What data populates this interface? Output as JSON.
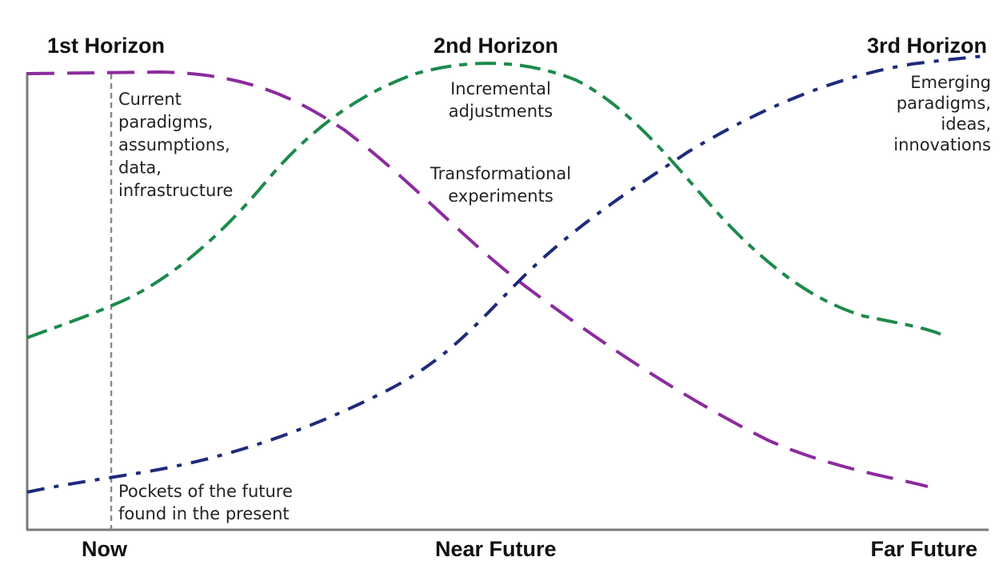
{
  "horizon_titles": {
    "first": "1st Horizon",
    "second": "2nd Horizon",
    "third": "3rd Horizon"
  },
  "time_labels": {
    "now": "Now",
    "near": "Near Future",
    "far": "Far Future"
  },
  "notes": {
    "current": [
      "Current",
      "paradigms,",
      "assumptions,",
      "data,",
      "infrastructure"
    ],
    "incremental": [
      "Incremental",
      "adjustments"
    ],
    "transformational": [
      "Transformational",
      "experiments"
    ],
    "emerging": [
      "Emerging",
      "paradigms,",
      "ideas,",
      "innovations"
    ],
    "pockets": [
      "Pockets of the future",
      "found in the present"
    ]
  },
  "colors": {
    "horizon_1": "#8b2c9e",
    "horizon_2": "#1c8a4c",
    "horizon_3": "#1e2a7a",
    "axis": "#7a7a7a",
    "now_marker": "#8a8a8a"
  }
}
